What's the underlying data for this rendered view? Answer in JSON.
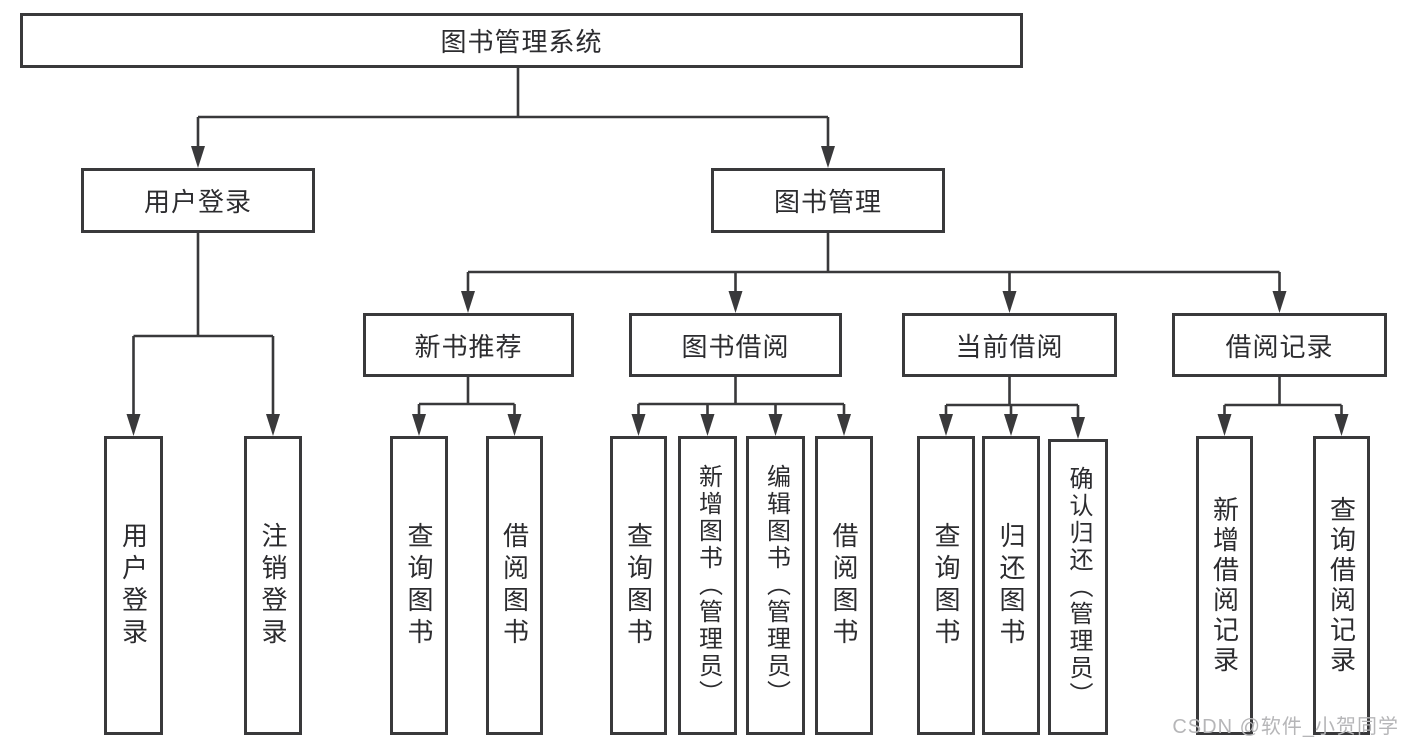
{
  "tree": {
    "root": {
      "label": "图书管理系统",
      "children": [
        {
          "label": "用户登录",
          "children": [
            {
              "label": "用户登录"
            },
            {
              "label": "注销登录"
            }
          ]
        },
        {
          "label": "图书管理",
          "children": [
            {
              "label": "新书推荐",
              "children": [
                {
                  "label": "查询图书"
                },
                {
                  "label": "借阅图书"
                }
              ]
            },
            {
              "label": "图书借阅",
              "children": [
                {
                  "label": "查询图书"
                },
                {
                  "label": "新增图书（管理员）"
                },
                {
                  "label": "编辑图书（管理员）"
                },
                {
                  "label": "借阅图书"
                }
              ]
            },
            {
              "label": "当前借阅",
              "children": [
                {
                  "label": "查询图书"
                },
                {
                  "label": "归还图书"
                },
                {
                  "label": "确认归还（管理员）"
                }
              ]
            },
            {
              "label": "借阅记录",
              "children": [
                {
                  "label": "新增借阅记录"
                },
                {
                  "label": "查询借阅记录"
                }
              ]
            }
          ]
        }
      ]
    }
  },
  "watermark": {
    "text": "CSDN @软件_小贺同学"
  },
  "colors": {
    "line": "#39393b",
    "text": "#2c2c2f",
    "background": "#ffffff",
    "watermark": "#b6b6b8"
  }
}
